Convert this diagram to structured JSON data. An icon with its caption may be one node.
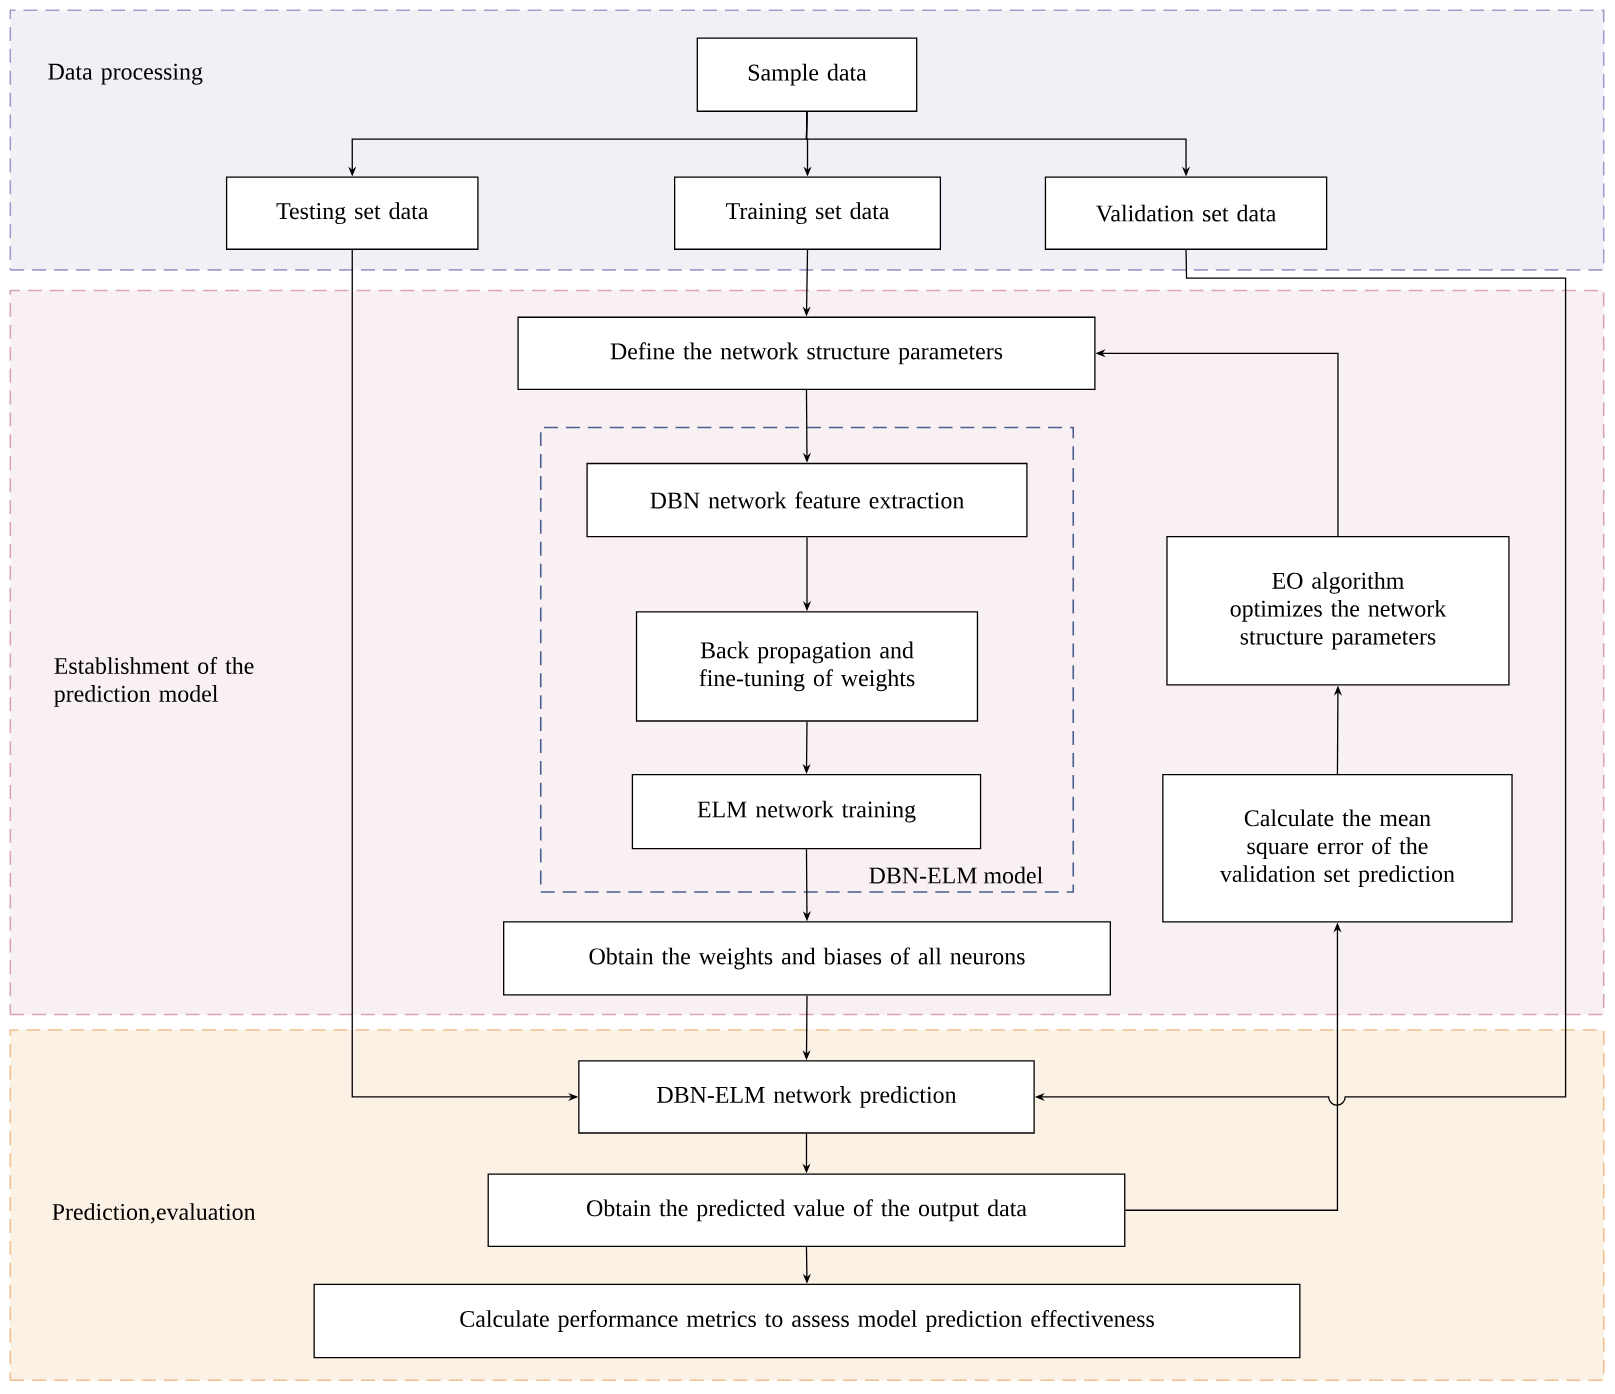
{
  "diagram": {
    "nodes": [
      {
        "text": [
          "Data processing"
        ]
      },
      {
        "text": [
          "Establishment of the prediction model"
        ]
      },
      {
        "text": [
          "Prediction,evaluation"
        ]
      },
      {
        "text": [
          "Sample data"
        ],
        "in": 0
      },
      {
        "text": [
          "Testing set data"
        ],
        "in": 0
      },
      {
        "text": [
          "Training set data"
        ],
        "in": 0
      },
      {
        "text": [
          "Validation set data"
        ],
        "in": 0
      },
      {
        "text": [
          "Define the network structure parameters"
        ],
        "in": 1
      },
      {
        "text": [
          "DBN-ELM model"
        ],
        "in": 1
      },
      {
        "text": [
          "DBN network feature extraction"
        ],
        "in": 8
      },
      {
        "text": [
          "Back propagation and fine-tuning of weights"
        ],
        "in": 8
      },
      {
        "text": [
          "ELM network training"
        ],
        "in": 8
      },
      {
        "text": [
          "Obtain the weights and biases of all neurons"
        ],
        "in": 1
      },
      {
        "text": [
          "EO algorithm optimizes the network structure parameters"
        ],
        "in": 1
      },
      {
        "text": [
          "Calculate the mean square error of the validation set prediction"
        ],
        "in": 1
      },
      {
        "text": [
          "DBN-ELM network prediction"
        ],
        "in": 2
      },
      {
        "text": [
          "Obtain the predicted value of the output data"
        ],
        "in": 2
      },
      {
        "text": [
          "Calculate performance metrics to assess model prediction effectiveness"
        ],
        "in": 2
      }
    ],
    "edges": [
      {
        "from": 3,
        "to": 4,
        "arrow": "to"
      },
      {
        "from": 3,
        "to": 5,
        "arrow": "to"
      },
      {
        "from": 3,
        "to": 6,
        "arrow": "to"
      },
      {
        "from": 5,
        "to": 7,
        "arrow": "to"
      },
      {
        "from": 7,
        "to": 9,
        "arrow": "to"
      },
      {
        "from": 9,
        "to": 10,
        "arrow": "to"
      },
      {
        "from": 10,
        "to": 11,
        "arrow": "to"
      },
      {
        "from": 11,
        "to": 12,
        "arrow": "to"
      },
      {
        "from": 12,
        "to": 15,
        "arrow": "to"
      },
      {
        "from": 4,
        "to": 15,
        "arrow": "to"
      },
      {
        "from": 6,
        "to": 15,
        "arrow": "to"
      },
      {
        "from": 15,
        "to": 16,
        "arrow": "to"
      },
      {
        "from": 16,
        "to": 17,
        "arrow": "to"
      },
      {
        "from": 16,
        "to": 14,
        "arrow": "to"
      },
      {
        "from": 14,
        "to": 13,
        "arrow": "to"
      },
      {
        "from": 13,
        "to": 7,
        "arrow": "to"
      }
    ]
  }
}
